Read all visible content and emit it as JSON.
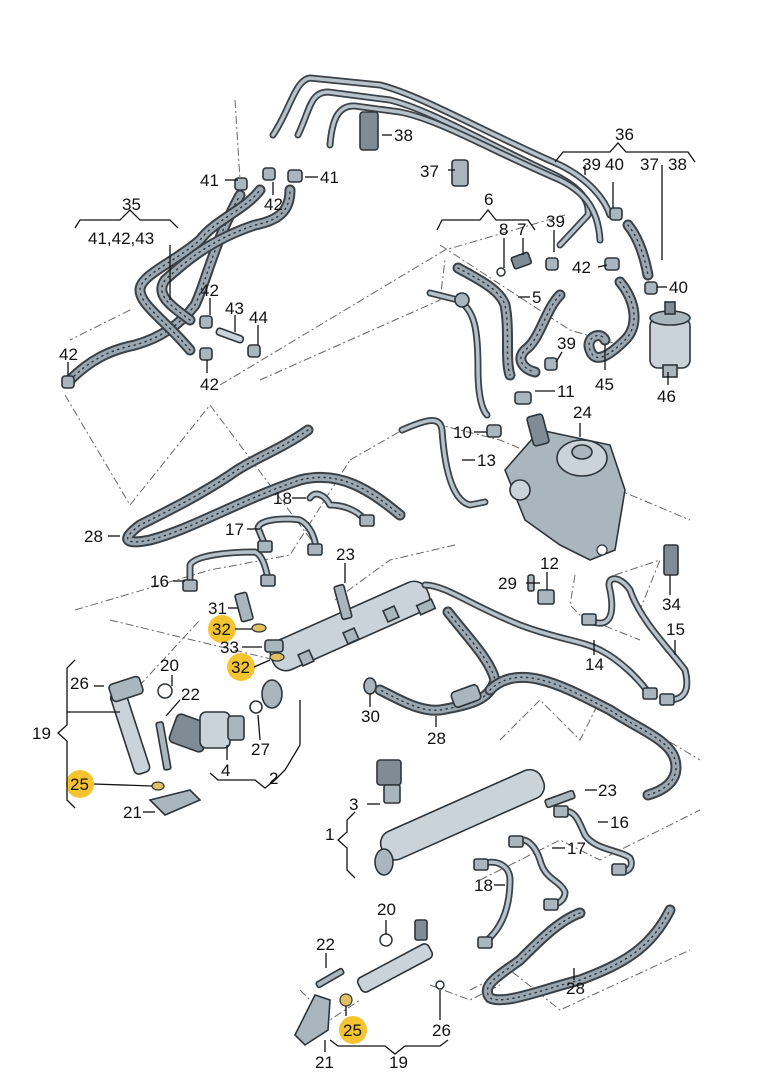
{
  "diagram": {
    "title": "Fuel injection system parts diagram (exploded view)",
    "highlight_color": "#f4c430",
    "labels": {
      "l1": "1",
      "l2": "2",
      "l3": "3",
      "l4": "4",
      "l5": "5",
      "l6": "6",
      "l7": "7",
      "l8": "8",
      "l10": "10",
      "l11": "11",
      "l12": "12",
      "l13": "13",
      "l14": "14",
      "l15": "15",
      "l16a": "16",
      "l16b": "16",
      "l17a": "17",
      "l17b": "17",
      "l18a": "18",
      "l18b": "18",
      "l19a": "19",
      "l19b": "19",
      "l20a": "20",
      "l20b": "20",
      "l21a": "21",
      "l21b": "21",
      "l22a": "22",
      "l22b": "22",
      "l23a": "23",
      "l23b": "23",
      "l24": "24",
      "l25a": "25",
      "l25b": "25",
      "l26a": "26",
      "l26b": "26",
      "l27": "27",
      "l28a": "28",
      "l28b": "28",
      "l28c": "28",
      "l29": "29",
      "l30": "30",
      "l31": "31",
      "l32a": "32",
      "l32b": "32",
      "l33": "33",
      "l34": "34",
      "l35": "35",
      "l35sub": "41,42,43",
      "l36": "36",
      "l36sub1": "39",
      "l36sub2": "40",
      "l36sub3": "37",
      "l36sub4": "38",
      "l37": "37",
      "l38": "38",
      "l39a": "39",
      "l39b": "39",
      "l40": "40",
      "l41a": "41",
      "l41b": "41",
      "l42a": "42",
      "l42b": "42",
      "l42c": "42",
      "l42d": "42",
      "l42e": "42",
      "l42f": "42",
      "l43": "43",
      "l44": "44",
      "l45": "45",
      "l46": "46"
    },
    "highlighted_parts": [
      "25",
      "32"
    ]
  }
}
